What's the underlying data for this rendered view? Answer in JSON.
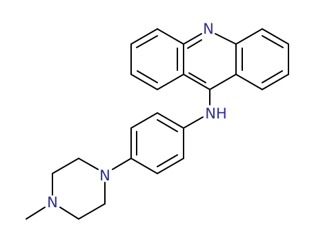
{
  "molecule": {
    "atoms": {
      "acridine_n": "N",
      "amine_nh": "NH",
      "piperazine_n_aryl": "N",
      "piperazine_n_methyl": "N"
    }
  },
  "colors": {
    "bond": "#000000",
    "nitrogen": "#2d2d8c",
    "background": "#ffffff"
  }
}
